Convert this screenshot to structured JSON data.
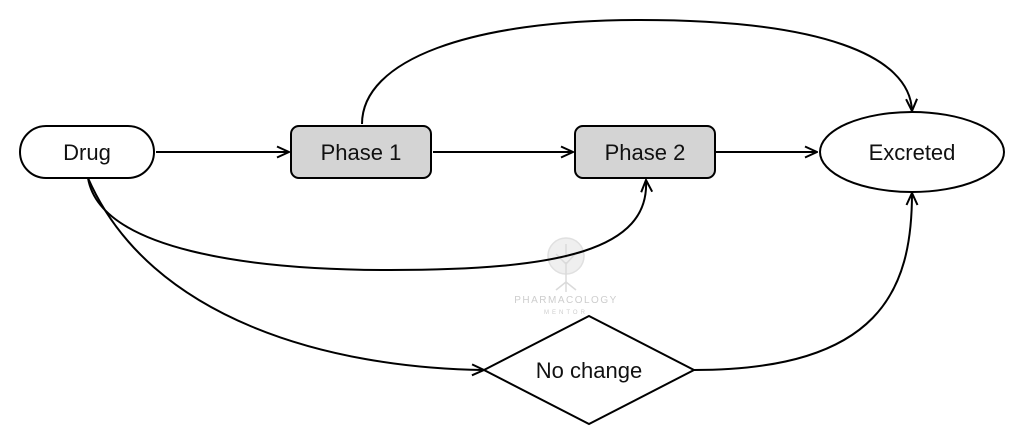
{
  "diagram": {
    "nodes": {
      "drug": {
        "label": "Drug"
      },
      "phase1": {
        "label": "Phase 1"
      },
      "phase2": {
        "label": "Phase 2"
      },
      "excreted": {
        "label": "Excreted"
      },
      "no_change": {
        "label": "No change"
      }
    },
    "colors": {
      "phase_fill": "#d4d4d4",
      "node_fill": "#ffffff",
      "stroke": "#000000"
    }
  },
  "watermark": {
    "line1": "PHARMACOLOGY",
    "line2": "MENTOR"
  }
}
